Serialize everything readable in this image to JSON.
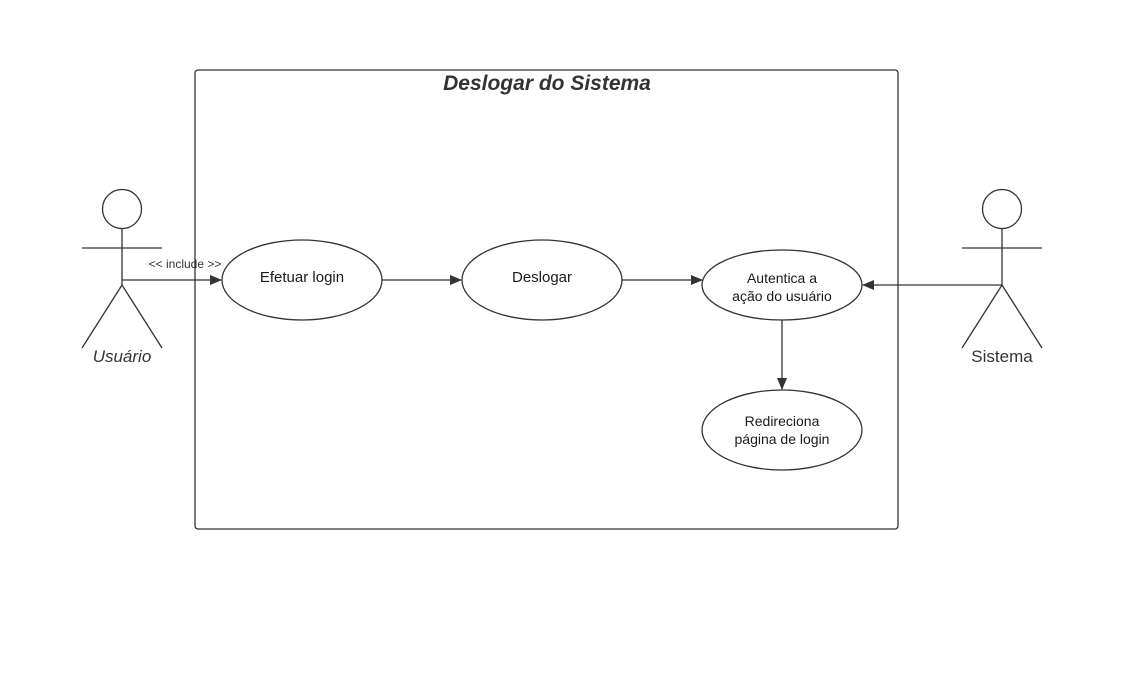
{
  "diagram": {
    "title": "Deslogar do Sistema",
    "actors": {
      "user": {
        "name": "Usuário"
      },
      "system": {
        "name": "Sistema"
      }
    },
    "use_cases": {
      "login": "Efetuar login",
      "logout": "Deslogar",
      "auth_line1": "Autentica a",
      "auth_line2": "ação do usuário",
      "redirect_line1": "Redireciona",
      "redirect_line2": "página de login"
    },
    "relations": {
      "include_label": "<< include >>"
    }
  }
}
